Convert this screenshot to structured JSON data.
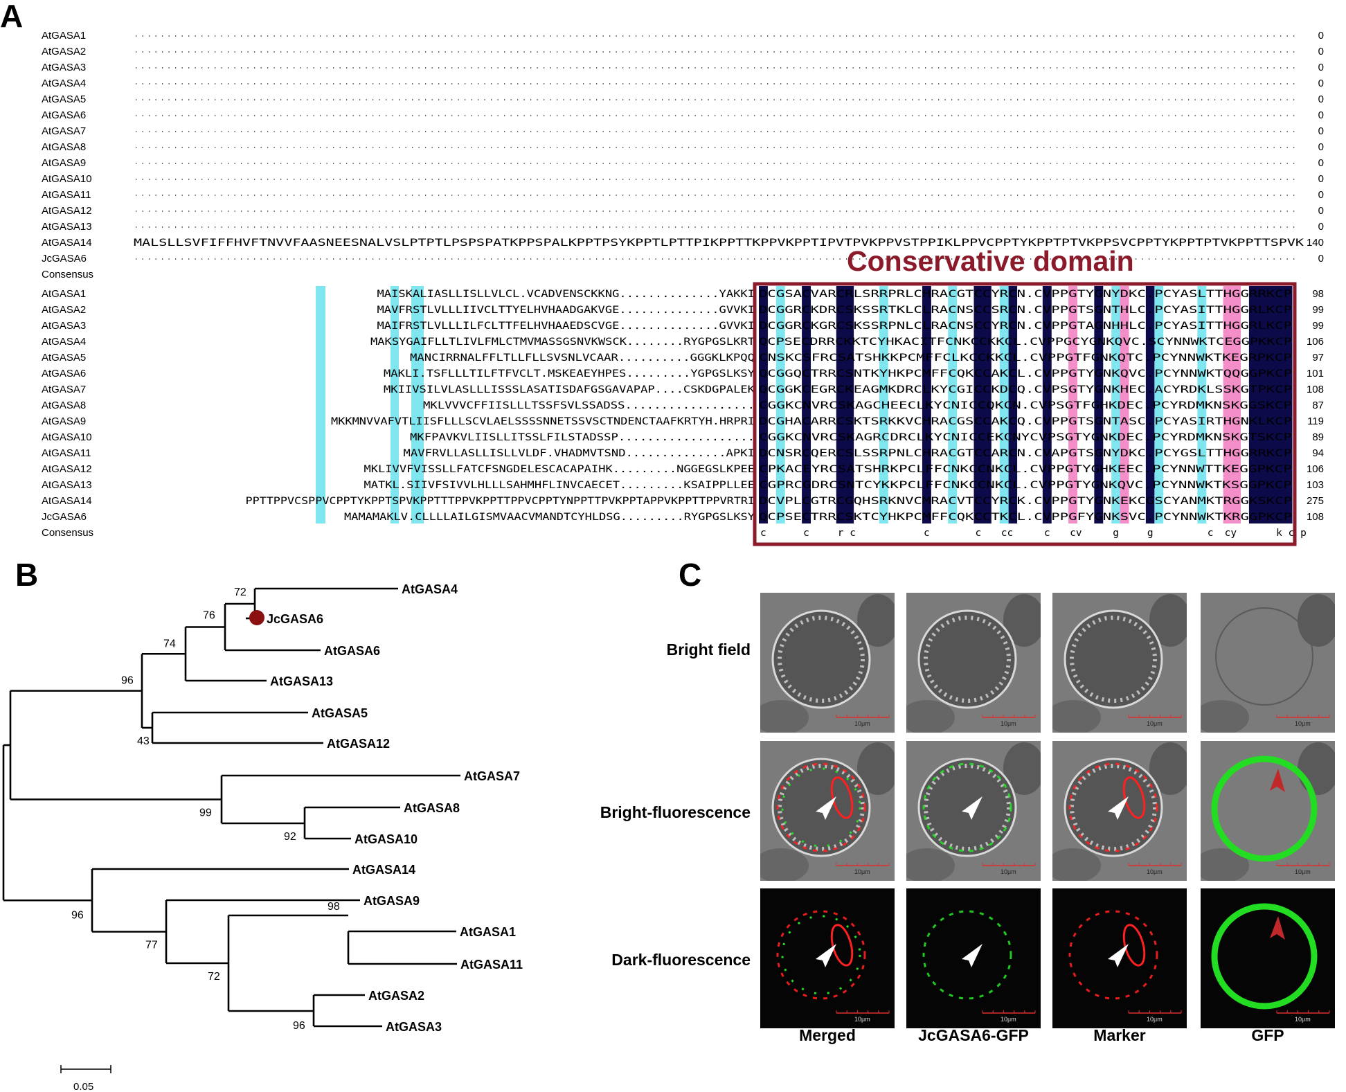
{
  "panels": {
    "a": "A",
    "b": "B",
    "c": "C"
  },
  "alignment": {
    "block1": [
      {
        "name": "AtGASA1",
        "seq": "",
        "num": "0"
      },
      {
        "name": "AtGASA2",
        "seq": "",
        "num": "0"
      },
      {
        "name": "AtGASA3",
        "seq": "",
        "num": "0"
      },
      {
        "name": "AtGASA4",
        "seq": "",
        "num": "0"
      },
      {
        "name": "AtGASA5",
        "seq": "",
        "num": "0"
      },
      {
        "name": "AtGASA6",
        "seq": "",
        "num": "0"
      },
      {
        "name": "AtGASA7",
        "seq": "",
        "num": "0"
      },
      {
        "name": "AtGASA8",
        "seq": "",
        "num": "0"
      },
      {
        "name": "AtGASA9",
        "seq": "",
        "num": "0"
      },
      {
        "name": "AtGASA10",
        "seq": "",
        "num": "0"
      },
      {
        "name": "AtGASA11",
        "seq": "",
        "num": "0"
      },
      {
        "name": "AtGASA12",
        "seq": "",
        "num": "0"
      },
      {
        "name": "AtGASA13",
        "seq": "",
        "num": "0"
      },
      {
        "name": "AtGASA14",
        "seq": "MALSLLSVFIFFHVFTNVVFAASNEESNALVSLPTPTLPSPSPATKPPSPALKPPTPSYKPPTLPTTPIKPPTTKPPVKPPTIPVTPVKPPVSTPPIKLPPVCPPTYKPPTPTVKPPSVCPPTYKPPTPTVKPPTTSPVK",
        "num": "140"
      },
      {
        "name": "JcGASA6",
        "seq": "",
        "num": "0"
      },
      {
        "name": "Consensus",
        "seq": "",
        "num": ""
      }
    ],
    "block2": [
      {
        "name": "AtGASA1",
        "pre": "MAISKALIASLLISLLVLCL.VCADVENSCKKNG..............YAKKI",
        "dom": "DCGSACVARCRLSRRPRLCHRACGTCCYRCN.CVPPGTYGNYDKC.PCYASLTTHGGRRKCP",
        "num": "98"
      },
      {
        "name": "AtGASA2",
        "pre": "MAVFRSTLVLLLIIVCLTTYELHVHAADGAKVGE..............GVVKI",
        "dom": "DCGGRCKDRCSKSSRTKLCLRACNSCCSRCN.CVPPGTSGNTHLC.PCYASITTHGGRLKCP",
        "num": "99"
      },
      {
        "name": "AtGASA3",
        "pre": "MAIFRSTLVLLLILFCLTTFELHVHAAEDSCVGE..............GVVKI",
        "dom": "DCGGRCKGRCSKSSRPNLCLRACNSCCYRCN.CVPPGTAGNHHLC.PCYASITTHGGRLKCP",
        "num": "99"
      },
      {
        "name": "AtGASA4",
        "pre": "MAKSYGAIFLLTLIVLFMLCTMVMASSGSNVKWSCK........RYGPGSLKRT",
        "dom": "QCPSECDRRCKKTCYHKACITFCNKCCKKCL.CVPPGCYGNKQVC.SCYNNWKTCEGGPKKCP",
        "num": "106"
      },
      {
        "name": "AtGASA5",
        "pre": "MANCIRRNALFFLTLLFLLSVSNLVCAAR..........GGGKLKPQQ",
        "dom": "CNSKCSFRCSATSHKKPCMFFCLKCCKKCL.CVPPGTFGNKQTC.PCYNNWKTKEGRPKCP",
        "num": "97"
      },
      {
        "name": "AtGASA6",
        "pre": "MAKLI.TSFLLLTILFTFVCLT.MSKEAEYHPES.........YGPGSLKSY",
        "dom": "QCGGQCTRRCSNTKYHKPCMFFCQKCCAKCL.CVPPGTYGNKQVC.PCYNNWKTQQGGPKCP",
        "num": "101"
      },
      {
        "name": "AtGASA7",
        "pre": "MKIIVSILVLASLLLISSSLASATISDAFGSGAVAPAP....CSKDGPALEK",
        "dom": "QCGGKCEGRCKEAGMKDRCLKYCGICCKDCQ.CVPSGTYGNKHEC.ACYRDKLSSKGTPKCP",
        "num": "108"
      },
      {
        "name": "AtGASA8",
        "pre": "MKLVVVCFFIISLLLTSSFSVLSSADSS..................",
        "dom": "CGGKCNVRCSKAGCHEECLKYCNICCQKCN.CVPSGTFGHKDEC.PCYRDMKNSKGGSKCP",
        "num": "87"
      },
      {
        "name": "AtGASA9",
        "pre": "MKKMNVVAFVTLIISFLLLSCVLAELSSSSNNETSSVSCTNDENCTAAFKRTYH.HRPRI",
        "dom": "DCGHACARRCSKTSRKKVCHRACGSCCAKCQ.CVPPGTSGNTASC.PCYASIRTHGNKLKCP",
        "num": "119"
      },
      {
        "name": "AtGASA10",
        "pre": "MKFPAVKVLIISLLITSSLFILSTADSSP...................",
        "dom": "CGGKCNVRCSKAGRCDRCLKYCNICCEKCNYCVPSGTYGNKDEC.PCYRDMKNSKGTSKCP",
        "num": "89"
      },
      {
        "name": "AtGASA11",
        "pre": "MAVFRVLLASLLISLLVLDF.VHADMVTSND..............APKI",
        "dom": "DCNSRCQERCSLSSRPNLCHRACGTCCARCN.CVAPGTSGNYDKC.PCYGSLTTHGGRRKCP",
        "num": "94"
      },
      {
        "name": "AtGASA12",
        "pre": "MKLIVVFVISSLLFATCFSNGDELESCACAPAIHK.........NGGEGSLKPEE",
        "dom": "CPKACEYRCSATSHRKPCLFFCNKCCNKCL.CVPPGTYGHKEEC.PCYNNWTTKEGGPKCP",
        "num": "106"
      },
      {
        "name": "AtGASA13",
        "pre": "MATKL.SIIVFSIVVLHLLLSAHMHFLINVCAECET.........KSAIPPLLEE",
        "dom": "CGPRCGDRCSNTCYKKPCLFFCNKCCNKCL.CVPPGTYGNKQVC.PCYNNWKTKSGGPKCP",
        "num": "103"
      },
      {
        "name": "AtGASA14",
        "pre": "PPTTPPVCSPPVCPPTYKPPTSPVKPPTTTPPVKPPTTPPVCPPTYNPPTTPVKPPTAPPVKPPTTPPVRTRI",
        "dom": "DCVPLCGTRCGQHSRKNVCMRACVTCCYRCK.CVPPGTYGNKEKCGSCYANMKTRGGKSKCP",
        "num": "275"
      },
      {
        "name": "JcGASA6",
        "pre": "MAMAMAKLV.CLLLLAILGISMVAACVMANDTCYHLDSG.........RYGPGSLKSY",
        "dom": "QCPSECTRRCSKTCYHKPCMFFCQKCCTKCL.CVPPGFYGNKSVC.PCYNNWKTKRGGPKCP",
        "num": "108"
      }
    ],
    "consensus_label": "Consensus",
    "consensus_marks": [
      "c",
      "c",
      "r c",
      "c",
      "c",
      "cc",
      "c",
      "cv",
      "g",
      "g",
      "c",
      "cy",
      "k c p"
    ],
    "domain_label": "Conservative domain"
  },
  "tree": {
    "leaves": [
      "AtGASA4",
      "JcGASA6",
      "AtGASA6",
      "AtGASA13",
      "AtGASA5",
      "AtGASA12",
      "AtGASA7",
      "AtGASA8",
      "AtGASA10",
      "AtGASA14",
      "AtGASA9",
      "AtGASA1",
      "AtGASA11",
      "AtGASA2",
      "AtGASA3"
    ],
    "bootstrap": [
      "72",
      "76",
      "74",
      "96",
      "43",
      "99",
      "92",
      "96",
      "77",
      "98",
      "72",
      "96"
    ],
    "scale_label": "0.05",
    "highlight": "JcGASA6",
    "highlight_color": "#8b1010"
  },
  "microscopy": {
    "rows": [
      "Bright field",
      "Bright-fluorescence",
      "Dark-fluorescence"
    ],
    "columns": [
      "Merged",
      "JcGASA6-GFP",
      "Marker",
      "GFP"
    ],
    "scale_bar_label": "10μm",
    "colors": {
      "domain_box": "#8b1a2b",
      "navy": "#0d0a4a",
      "cyan": "#7fe6f0",
      "pink": "#f48ec8",
      "gfp": "#22dd22",
      "marker": "#ff2020"
    }
  }
}
